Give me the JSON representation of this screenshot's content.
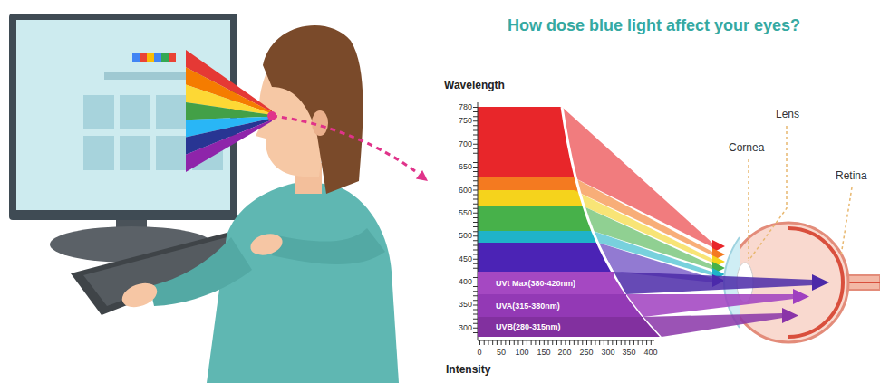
{
  "diagram": {
    "title": "How dose blue light affect your eyes?",
    "nodes": [
      {
        "text": [
          "UVt Max(380-420nm)"
        ]
      },
      {
        "text": [
          "UVA(315-380nm)"
        ]
      },
      {
        "text": [
          "UVB(280-315nm)"
        ]
      }
    ],
    "labels": [
      "Wavelength",
      "780",
      "750",
      "700",
      "650",
      "600",
      "550",
      "500",
      "450",
      "400",
      "350",
      "300",
      "0",
      "50",
      "100",
      "150",
      "200",
      "250",
      "300",
      "350",
      "400",
      "Intensity",
      "Cornea",
      "Lens",
      "Retina"
    ]
  }
}
